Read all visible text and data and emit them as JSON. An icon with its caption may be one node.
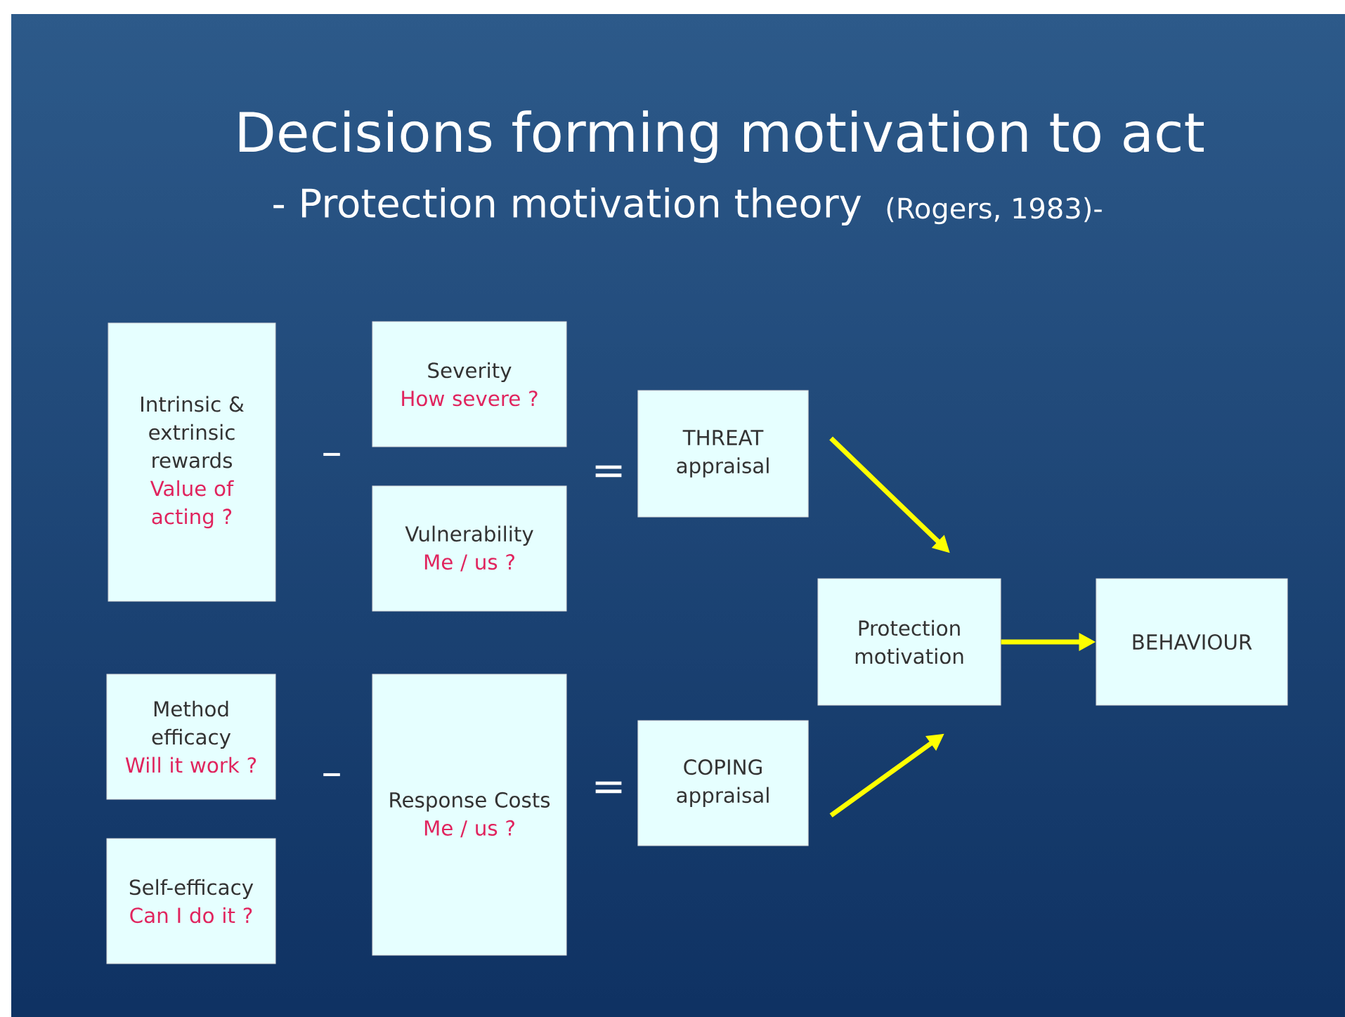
{
  "diagram": {
    "title": "Decisions forming motivation to act",
    "nodes": [
      {
        "text": [
          "Intrinsic & extrinsic rewards",
          "Value of acting ?"
        ]
      },
      {
        "text": [
          "Severity",
          "How severe ?"
        ]
      },
      {
        "text": [
          "Vulnerability",
          "Me / us ?"
        ]
      },
      {
        "text": [
          "THREAT appraisal"
        ]
      },
      {
        "text": [
          "Method efficacy",
          "Will it work ?"
        ]
      },
      {
        "text": [
          "Self-efficacy",
          "Can I do it ?"
        ]
      },
      {
        "text": [
          "Response Costs",
          "Me / us ?"
        ]
      },
      {
        "text": [
          "COPING appraisal"
        ]
      },
      {
        "text": [
          "Protection motivation"
        ]
      },
      {
        "text": [
          "BEHAVIOUR"
        ]
      }
    ],
    "edges": [
      {
        "from": 3,
        "to": 8,
        "arrow": "to"
      },
      {
        "from": 7,
        "to": 8,
        "arrow": "to"
      },
      {
        "from": 8,
        "to": 9,
        "arrow": "to"
      }
    ],
    "labels": [
      "- Protection motivation theory",
      "(Rogers, 1983)-",
      "–",
      "=",
      "–",
      "="
    ]
  }
}
